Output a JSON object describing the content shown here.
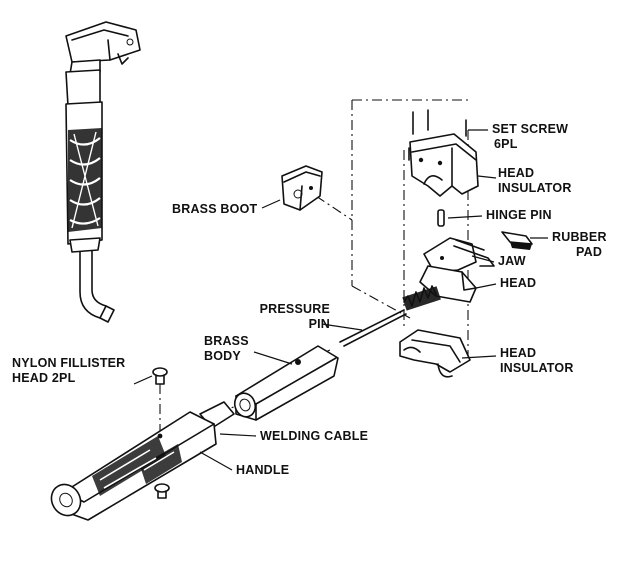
{
  "labels": {
    "set_screw_line1": "SET SCREW",
    "set_screw_line2": "6PL",
    "head_insulator_top_line1": "HEAD",
    "head_insulator_top_line2": "INSULATOR",
    "brass_boot": "BRASS BOOT",
    "hinge_pin": "HINGE PIN",
    "rubber_pad_line1": "RUBBER",
    "rubber_pad_line2": "PAD",
    "jaw": "JAW",
    "head": "HEAD",
    "pressure_pin_line1": "PRESSURE",
    "pressure_pin_line2": "PIN",
    "head_insulator_bottom_line1": "HEAD",
    "head_insulator_bottom_line2": "INSULATOR",
    "brass_body_line1": "BRASS",
    "brass_body_line2": "BODY",
    "nylon_fillister_line1": "NYLON FILLISTER",
    "nylon_fillister_line2": "HEAD 2PL",
    "welding_cable": "WELDING CABLE",
    "handle": "HANDLE"
  }
}
